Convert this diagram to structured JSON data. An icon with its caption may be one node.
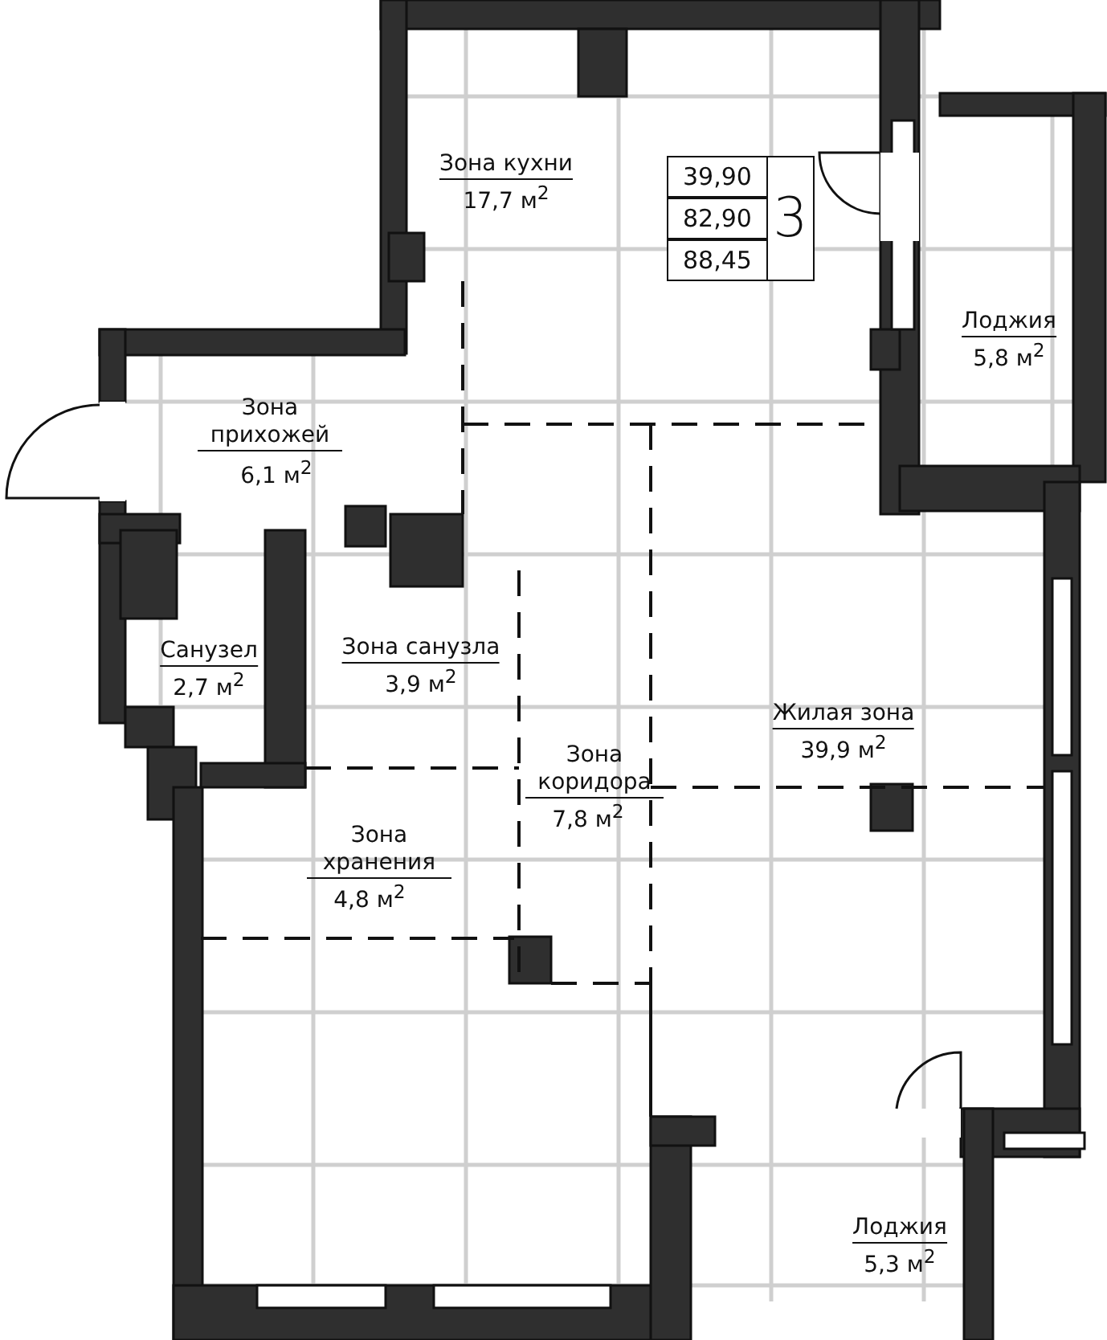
{
  "diagram": {
    "labels": [
      "Зона кухни",
      "17,7 м$^{2}$",
      "39,90",
      "82,90",
      "88,45",
      "3",
      "Лоджия",
      "5,8 м$^{2}$",
      "Зона прихожей",
      "6,1 м$^{2}$",
      "Санузел",
      "2,7 м$^{2}$",
      "Зона санузла",
      "3,9 м$^{2}$",
      "Жилая зона",
      "39,9 м$^{2}$",
      "Зона коридора",
      "7,8 м$^{2}$",
      "Зона хранения",
      "4,8 м$^{2}$",
      "Лоджия",
      "5,3 м$^{2}$"
    ]
  }
}
